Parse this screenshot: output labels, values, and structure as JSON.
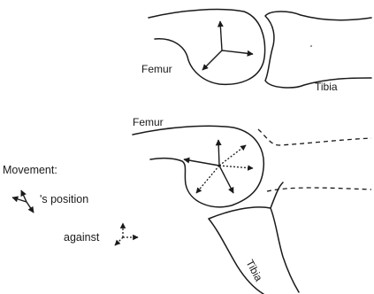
{
  "labels": {
    "femur_top": "Femur",
    "tibia_top": "Tibia",
    "femur_bottom": "Femur",
    "tibia_bottom": "Tibia"
  },
  "legend": {
    "title": "Movement:",
    "line1": "'s position",
    "line2": "against"
  },
  "icons": {
    "solid_frame": "coordinate-frame-solid-icon",
    "dotted_frame": "coordinate-frame-dotted-icon"
  },
  "colors": {
    "ink": "#1a1a1a",
    "background": "#ffffff"
  }
}
